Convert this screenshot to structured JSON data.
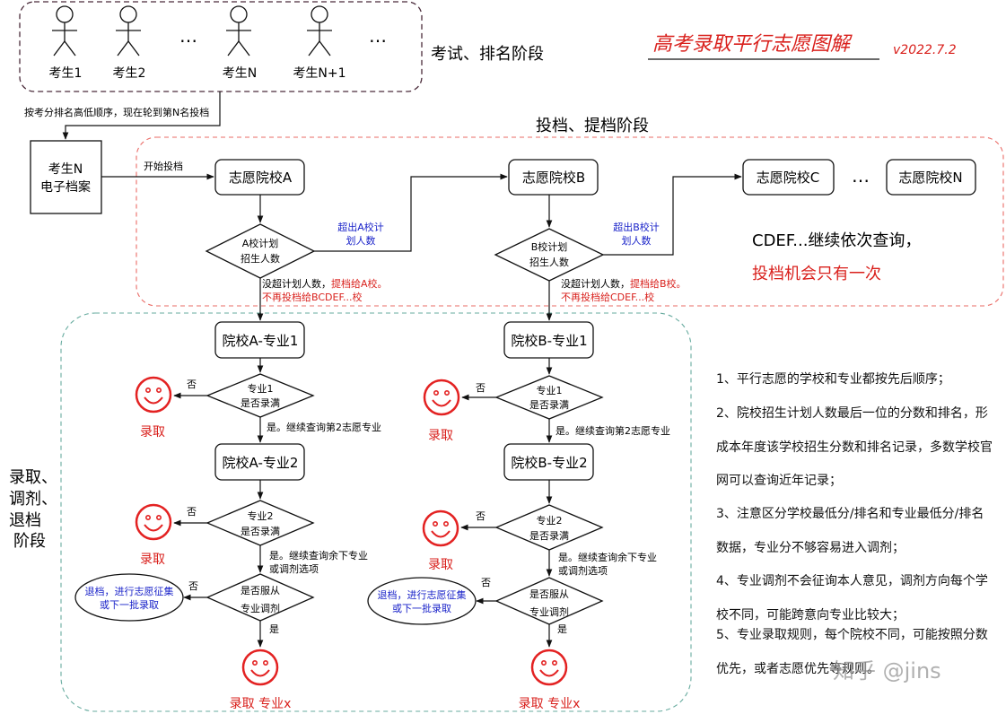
{
  "title": "高考录取平行志愿图解",
  "version": "v2022.7.2",
  "stages": {
    "exam": "考试、排名阶段",
    "filing": "投档、提档阶段",
    "admission": [
      "录取、",
      "调剂、",
      "退档",
      "阶段"
    ]
  },
  "candidates": [
    "考生1",
    "考生2",
    "…",
    "考生N",
    "考生N+1",
    "…"
  ],
  "order_note": "按考分排名高低顺序，现在轮到第N名投档",
  "archive": [
    "考生N",
    "电子档案"
  ],
  "start_label": "开始投档",
  "schools": {
    "a": "志愿院校A",
    "b": "志愿院校B",
    "c": "志愿院校C",
    "dots": "…",
    "n": "志愿院校N"
  },
  "decision_a": [
    "A校计划",
    "招生人数"
  ],
  "decision_b": [
    "B校计划",
    "招生人数"
  ],
  "exceed_a": [
    "超出A校计",
    "划人数"
  ],
  "exceed_b": [
    "超出B校计",
    "划人数"
  ],
  "not_exceed_a": {
    "pre": "没超计划人数，",
    "red1": "提档给A校。",
    "red2": "不再投档给BCDEF...校"
  },
  "not_exceed_b": {
    "pre": "没超计划人数，",
    "red1": "提档给B校。",
    "red2": "不再投档给CDEF...校"
  },
  "cdef": [
    "CDEF...继续依次查询，",
    "投档机会只有一次"
  ],
  "major_a1": "院校A-专业1",
  "major_a2": "院校A-专业2",
  "major_b1": "院校B-专业1",
  "major_b2": "院校B-专业2",
  "q_major1": [
    "专业1",
    "是否录满"
  ],
  "q_major2": [
    "专业2",
    "是否录满"
  ],
  "q_adjust": [
    "是否服从",
    "专业调剂"
  ],
  "no": "否",
  "yes": "是",
  "yes_continue2": "是。继续查询第2志愿专业",
  "yes_continue_rest": [
    "是。继续查询余下专业",
    "或调剂选项"
  ],
  "admitted": "录取",
  "admitted_x": "录取 专业x",
  "retreat": [
    "退档，进行志愿征集",
    "或下一批录取"
  ],
  "notes": [
    "1、平行志愿的学校和专业都按先后顺序；",
    "2、院校招生计划人数最后一位的分数和排名，形成本年度该学校招生分数和排名记录，多数学校官网可以查询近年记录；",
    "3、注意区分学校最低分/排名和专业最低分/排名数据，专业分不够容易进入调剂；",
    "4、专业调剂不会征询本人意见，调剂方向每个学校不同，可能跨意向专业比较大；",
    "5、专业录取规则，每个院校不同，可能按照分数优先，或者志愿优先等规则。"
  ],
  "watermark": "知乎 @jins",
  "colors": {
    "red": "#d9201c",
    "blue": "#1a23c9",
    "dashed_red": "#ea6b66",
    "dashed_green": "#67ab9f"
  }
}
